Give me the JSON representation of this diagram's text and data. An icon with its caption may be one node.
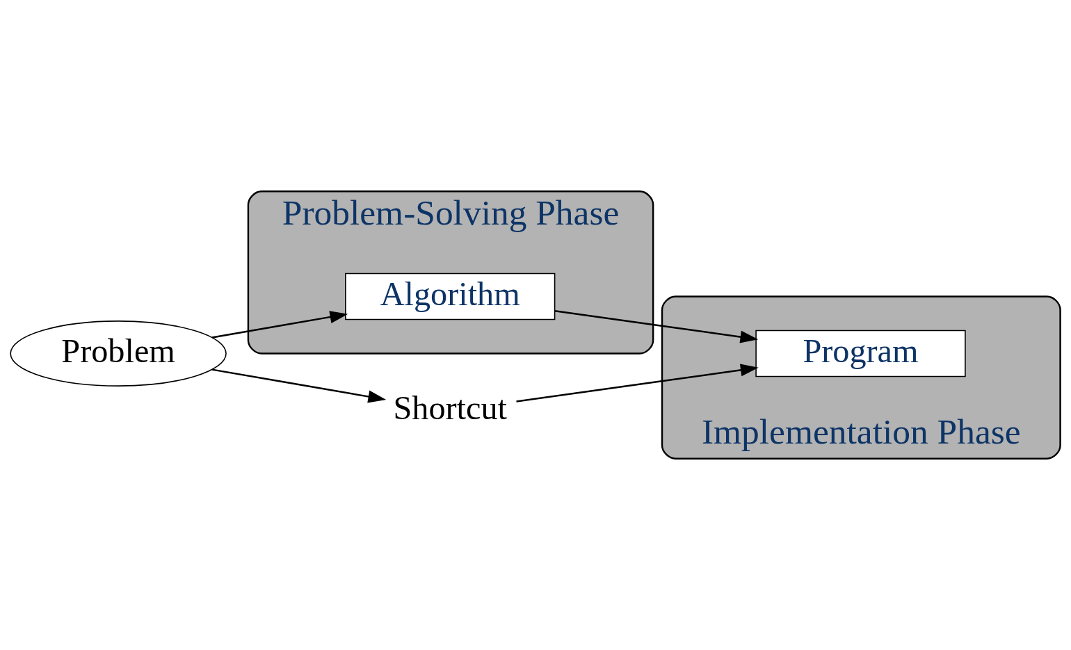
{
  "diagram": {
    "nodes": [
      {
        "text": [
          "Problem"
        ]
      },
      {
        "text": [
          "Problem-Solving Phase"
        ]
      },
      {
        "text": [
          "Algorithm"
        ],
        "in": 1
      },
      {
        "text": [
          "Shortcut"
        ]
      },
      {
        "text": [
          "Implementation Phase"
        ]
      },
      {
        "text": [
          "Program"
        ],
        "in": 4
      }
    ],
    "edges": [
      {
        "from": 0,
        "to": 2,
        "arrow": "to"
      },
      {
        "from": 0,
        "to": 3,
        "arrow": "to"
      },
      {
        "from": 2,
        "to": 5,
        "arrow": "to"
      },
      {
        "from": 3,
        "to": 5,
        "arrow": "to"
      }
    ]
  }
}
